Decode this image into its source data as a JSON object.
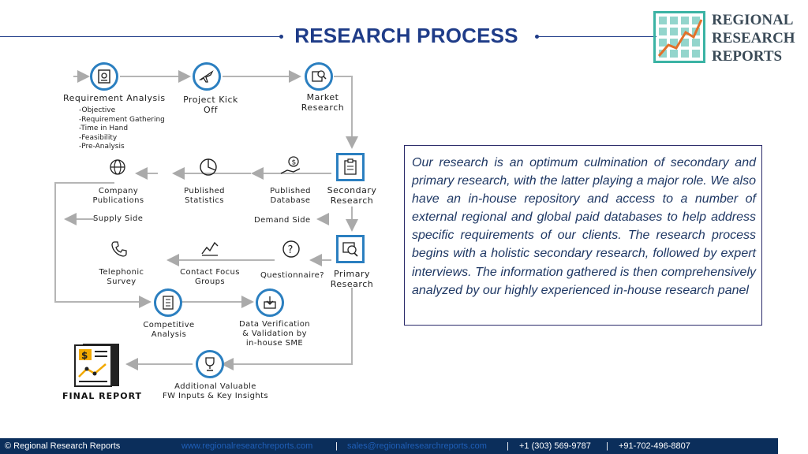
{
  "header": {
    "title": "RESEARCH PROCESS",
    "logo_lines": [
      "REGIONAL",
      "RESEARCH",
      "REPORTS"
    ]
  },
  "diagram": {
    "requirement_analysis": {
      "label": "Requirement Analysis",
      "items": [
        "-Objective",
        "-Requirement Gathering",
        "-Time in Hand",
        "-Feasibility",
        "-Pre-Analysis"
      ]
    },
    "project_kick_off": [
      "Project Kick",
      "Off"
    ],
    "market_research": [
      "Market",
      "Research"
    ],
    "secondary_research": [
      "Secondary",
      "Research"
    ],
    "published_database": [
      "Published",
      "Database"
    ],
    "published_statistics": [
      "Published",
      "Statistics"
    ],
    "company_publications": [
      "Company",
      "Publications"
    ],
    "supply_side": "Supply Side",
    "demand_side": "Demand Side",
    "primary_research": [
      "Primary",
      "Research"
    ],
    "questionnaire": "Questionnaire?",
    "contact_focus_groups": [
      "Contact Focus",
      "Groups"
    ],
    "telephonic_survey": [
      "Telephonic",
      "Survey"
    ],
    "competitive_analysis": [
      "Competitive",
      "Analysis"
    ],
    "data_verification": [
      "Data Verification",
      "& Validation by",
      "in-house SME"
    ],
    "additional_inputs": [
      "Additional Valuable",
      "FW Inputs & Key Insights"
    ],
    "final_report": "FINAL REPORT",
    "final_report_symbol": "$"
  },
  "description": "Our research is an optimum culmination of secondary and primary research, with the latter playing a major role. We also have an in-house repository and access to a number of external regional and global paid databases to help address specific requirements of our clients. The research process begins with a holistic secondary research, followed by expert interviews. The information gathered is then comprehensively analyzed by our highly experienced in-house research panel",
  "footer": {
    "copyright": "© Regional Research Reports",
    "website": "www.regionalresearchreports.com",
    "sep1": "|",
    "email": "sales@regionalresearchreports.com",
    "sep2": "|",
    "phone1": "+1 (303) 569-9787",
    "sep3": "|",
    "phone2": "+91-702-496-8807"
  },
  "colors": {
    "title": "#1f3c88",
    "accent": "#2b7fc0",
    "logo": "#3bb3a4",
    "footer": "#0b2e5b"
  }
}
